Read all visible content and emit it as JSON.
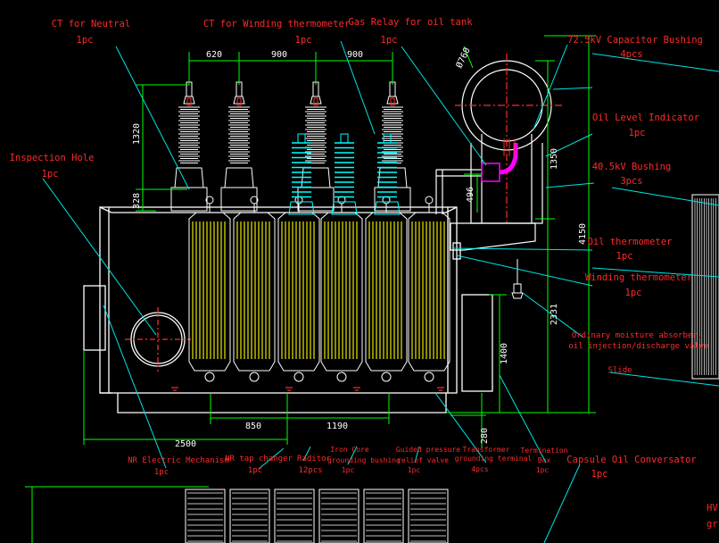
{
  "labels": {
    "ct_neutral": {
      "title": "CT for Neutral",
      "qty": "1pc"
    },
    "ct_winding": {
      "title": "CT for Winding thermometer",
      "qty": "1pc"
    },
    "gas_relay": {
      "title": "Gas Relay for oil tank",
      "qty": "1pc"
    },
    "bushing_725": {
      "title": "72.5kV Capacitor Bushing",
      "qty": "4pcs"
    },
    "oil_level": {
      "title": "Oil Level Indicator",
      "qty": "1pc"
    },
    "bushing_405": {
      "title": "40.5kV Bushing",
      "qty": "3pcs"
    },
    "oil_thermo": {
      "title": "Oil thermometer",
      "qty": "1pc"
    },
    "winding_thermo": {
      "title": "Winding thermometer",
      "qty": "1pc"
    },
    "absorber": {
      "line1": "Ordinary moisture absorber,",
      "line2": "oil injection/discharge valve"
    },
    "slide": {
      "title": "Slide"
    },
    "inspection": {
      "title": "Inspection Hole",
      "qty": "1pc"
    },
    "nr_mech": {
      "title": "NR Electric Mechanism",
      "qty": "1pc"
    },
    "nr_tap": {
      "title": "NR tap changer",
      "qty": "1pc"
    },
    "radiator": {
      "title": "Raditor",
      "qty": "12pcs"
    },
    "iron_core": {
      "line1": "Iron Core",
      "line2": "grounding bushing",
      "qty": "1pc"
    },
    "guided_relief": {
      "line1": "Guided pressure",
      "line2": "relief valve",
      "qty": "1pc"
    },
    "tr_ground": {
      "line1": "Transformer",
      "line2": "grounding terminal",
      "qty": "4pcs"
    },
    "termination": {
      "line1": "Termination",
      "line2": "Box",
      "qty": "1pc"
    },
    "capsule": {
      "title": "Capsule Oil Conversator",
      "qty": "1pc"
    },
    "hv_partial": {
      "line1": "HV",
      "line2": "gr"
    }
  },
  "dims": {
    "d620": "620",
    "d900a": "900",
    "d900b": "900",
    "d1320": "1320",
    "d328": "328",
    "d760": "Ø760",
    "d496": "496",
    "d1350": "1350",
    "d4150": "4150",
    "d2331": "2331",
    "d1400": "1400",
    "d280": "280",
    "d850": "850",
    "d1190": "1190",
    "d2500": "2500"
  },
  "colors": {
    "label": "#ff2a2a",
    "leader": "#00e5e5",
    "dimension": "#00ff00",
    "outline": "#ffffff",
    "radiator": "#ffff00",
    "bushing_lv": "#00ffff",
    "gas_relay": "#ff00ff",
    "centerline": "#ff2a2a"
  }
}
